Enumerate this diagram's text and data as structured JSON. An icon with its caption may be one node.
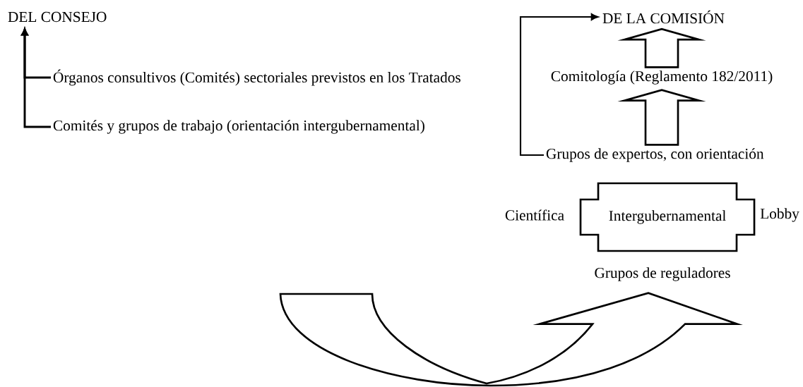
{
  "diagram": {
    "nodes": [
      {
        "text": [
          "DEL CONSEJO"
        ]
      },
      {
        "text": [
          "Órganos consultivos (Comités) sectoriales previstos en los Tratados"
        ]
      },
      {
        "text": [
          "Comités y grupos de trabajo (orientación intergubernamental)"
        ]
      },
      {
        "text": [
          "DE LA COMISIÓN"
        ]
      },
      {
        "text": [
          "Comitología (Reglamento 182/2011)"
        ]
      },
      {
        "text": [
          "Grupos de expertos, con orientación"
        ]
      },
      {
        "text": [
          "Intergubernamental"
        ],
        "beside": [
          "Científica",
          "Lobby"
        ]
      },
      {
        "text": [
          "Grupos de reguladores"
        ]
      }
    ],
    "edges": [
      {
        "from": 1,
        "to": 0,
        "arrow": "to"
      },
      {
        "from": 2,
        "to": 0,
        "arrow": "to"
      },
      {
        "from": 5,
        "to": 3,
        "arrow": "to"
      },
      {
        "from": 5,
        "to": 4,
        "arrow": "to",
        "style": "thick"
      },
      {
        "from": 4,
        "to": 3,
        "arrow": "to",
        "style": "thick"
      },
      {
        "from": null,
        "to": 7,
        "arrow": "to",
        "style": "thick"
      }
    ]
  }
}
